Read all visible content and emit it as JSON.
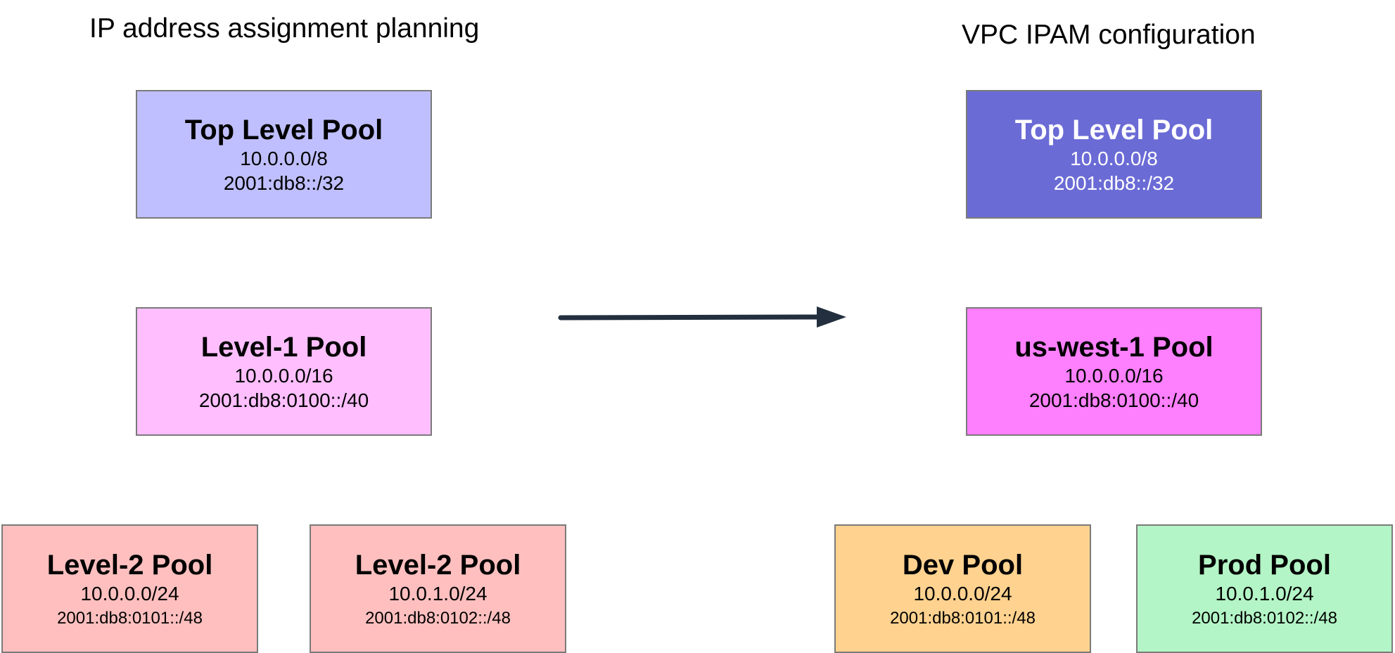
{
  "headings": {
    "left": "IP address assignment planning",
    "right": "VPC IPAM configuration"
  },
  "planning": {
    "top": {
      "name": "Top Level Pool",
      "ipv4": "10.0.0.0/8",
      "ipv6": "2001:db8::/32",
      "color": "#bfbfff"
    },
    "level1": {
      "name": "Level-1 Pool",
      "ipv4": "10.0.0.0/16",
      "ipv6": "2001:db8:0100::/40",
      "color": "#ffbfff"
    },
    "level2": [
      {
        "name": "Level-2 Pool",
        "ipv4": "10.0.0.0/24",
        "ipv6": "2001:db8:0101::/48",
        "color": "#ffbfbf"
      },
      {
        "name": "Level-2 Pool",
        "ipv4": "10.0.1.0/24",
        "ipv6": "2001:db8:0102::/48",
        "color": "#ffbfbf"
      }
    ]
  },
  "ipam": {
    "top": {
      "name": "Top Level Pool",
      "ipv4": "10.0.0.0/8",
      "ipv6": "2001:db8::/32",
      "color": "#6b6bd6"
    },
    "region": {
      "name": "us-west-1 Pool",
      "ipv4": "10.0.0.0/16",
      "ipv6": "2001:db8:0100::/40",
      "color": "#ff80ff"
    },
    "envs": [
      {
        "name": "Dev Pool",
        "ipv4": "10.0.0.0/24",
        "ipv6": "2001:db8:0101::/48",
        "color": "#ffd28f"
      },
      {
        "name": "Prod Pool",
        "ipv4": "10.0.1.0/24",
        "ipv6": "2001:db8:0102::/48",
        "color": "#b3f5c6"
      }
    ]
  },
  "arrow": {
    "icon": "arrow-right-icon",
    "color": "#232f3e"
  }
}
